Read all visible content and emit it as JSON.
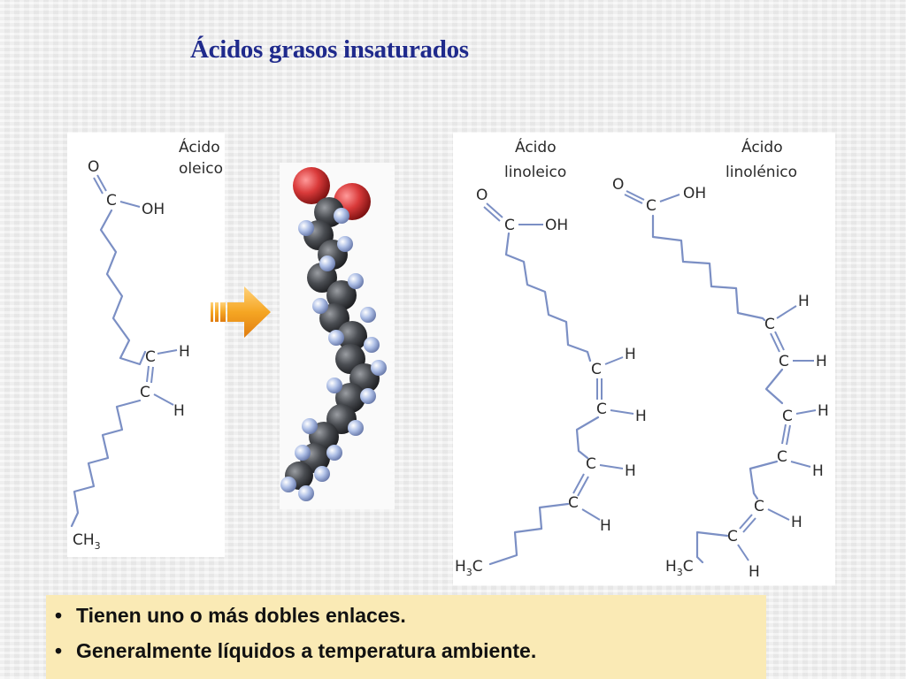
{
  "title": "Ácidos grasos insaturados",
  "oleico": {
    "name_line1": "Ácido",
    "name_line2": "oleico",
    "atoms": {
      "O": "O",
      "C_carboxyl": "C",
      "OH": "OH",
      "C1": "C",
      "H1": "H",
      "C2": "C",
      "H2": "H",
      "CH": "CH",
      "CH_sub": "3"
    }
  },
  "linoleico": {
    "name_line1": "Ácido",
    "name_line2": "linoleico",
    "atoms": {
      "O": "O",
      "C_carboxyl": "C",
      "OH": "OH",
      "C1": "C",
      "H1": "H",
      "C2": "C",
      "H2": "H",
      "C3": "C",
      "H3": "H",
      "C4": "C",
      "H4": "H",
      "H_end": "H",
      "H_end_sub": "3",
      "C_end": "C"
    }
  },
  "linolenico": {
    "name_line1": "Ácido",
    "name_line2": "linolénico",
    "atoms": {
      "O": "O",
      "C_carboxyl": "C",
      "OH": "OH",
      "C1": "C",
      "H1": "H",
      "C2": "C",
      "H2": "H",
      "C3": "C",
      "H3": "H",
      "C4": "C",
      "H4": "H",
      "C5": "C",
      "H5": "H",
      "C6": "C",
      "H6": "H",
      "H_end": "H",
      "H_end_sub": "3",
      "C_end": "C"
    }
  },
  "model": {
    "oxygen_color": "#d93a3a",
    "carbon_color": "#4a4d52",
    "hydrogen_color": "#aebfe6"
  },
  "arrow_color": "#f5a623",
  "bullets": [
    "Tienen uno o más dobles enlaces.",
    "Generalmente líquidos a temperatura ambiente."
  ],
  "bullet_symbol": "•",
  "textbox_color": "#faeab5"
}
